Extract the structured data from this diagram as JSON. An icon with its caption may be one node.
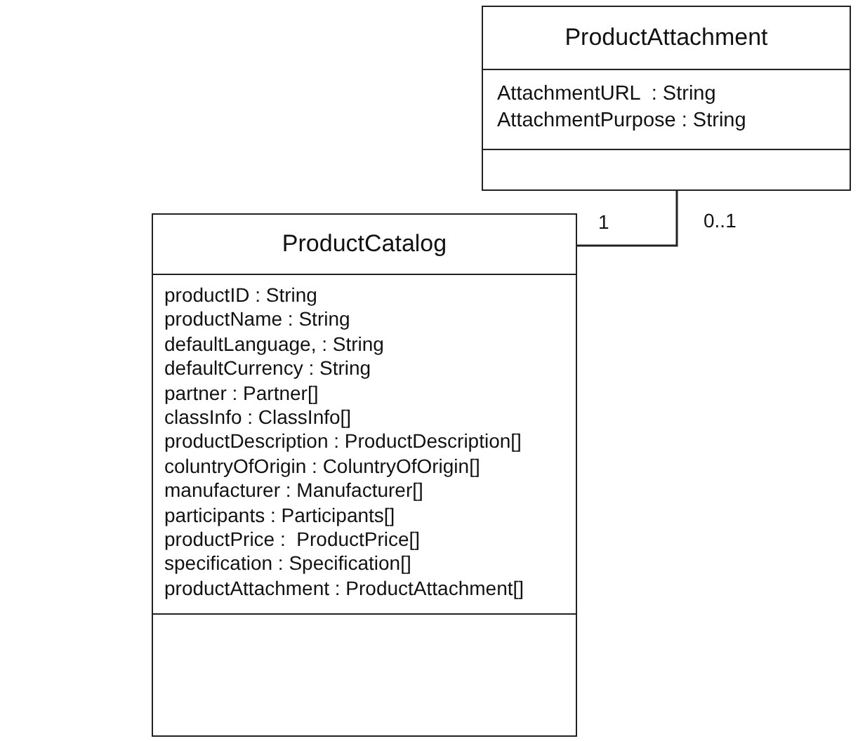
{
  "diagram": {
    "nodes": [
      {
        "text": [
          "ProductAttachment",
          "AttachmentURL  : String",
          "AttachmentPurpose : String"
        ]
      },
      {
        "text": [
          "ProductCatalog",
          "productID : String",
          "productName : String",
          "defaultLanguage, : String",
          "defaultCurrency : String",
          "partner : Partner[]",
          "classInfo : ClassInfo[]",
          "productDescription : ProductDescription[]",
          "coluntryOfOrigin : ColuntryOfOrigin[]",
          "manufacturer : Manufacturer[]",
          "participants : Participants[]",
          "productPrice :  ProductPrice[]",
          "specification : Specification[]",
          "productAttachment : ProductAttachment[]"
        ]
      }
    ],
    "edges": [
      {
        "from": 1,
        "to": 0,
        "arrow": "none"
      }
    ],
    "labels": [
      "1",
      "0..1"
    ]
  }
}
